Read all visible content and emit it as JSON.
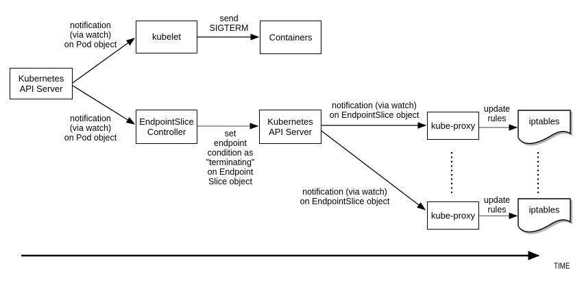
{
  "diagram": {
    "nodes": {
      "api_server_left": "Kubernetes\nAPI Server",
      "kubelet": "kubelet",
      "containers": "Containers",
      "endpointslice_controller": "EndpointSlice\nController",
      "api_server_mid": "Kubernetes\nAPI Server",
      "kube_proxy_top": "kube-proxy",
      "kube_proxy_bottom": "kube-proxy",
      "iptables_top": "iptables",
      "iptables_bottom": "iptables"
    },
    "edge_labels": {
      "notify_pod_top": "notification\n(via watch)\non Pod object",
      "notify_pod_bottom": "notification\n(via watch)\non Pod object",
      "send_sigterm": "send\nSIGTERM",
      "set_endpoint_condition": "set\nendpoint\ncondition as\n\"terminating\"\non Endpoint\nSlice object",
      "notify_eps_top": "notification (via watch)\non EndpointSlice object",
      "notify_eps_bottom": "notification (via watch)\non EndpointSlice object",
      "update_rules_top": "update\nrules",
      "update_rules_bottom": "update\nrules"
    },
    "timeline_label": "TIME",
    "colors": {
      "stroke": "#000000",
      "gray_edge": "#808080",
      "shadow": "#b3b3b3",
      "background": "#ffffff"
    }
  }
}
